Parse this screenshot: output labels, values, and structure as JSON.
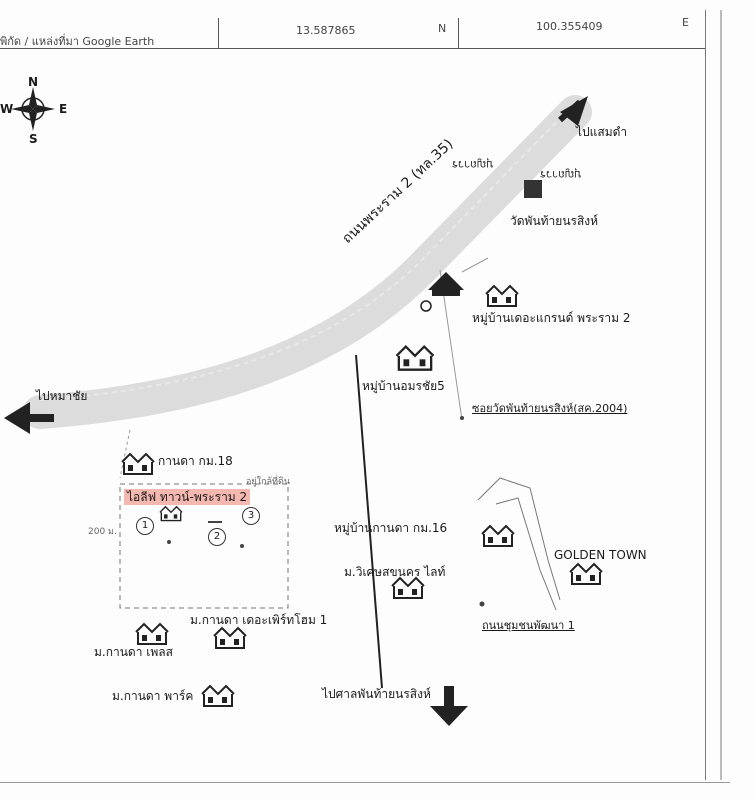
{
  "header": {
    "source_label": "พิกัด / แหล่งที่มา Google Earth",
    "latitude": "13.587865",
    "lat_dir": "N",
    "longitude": "100.355409",
    "lon_dir": "E"
  },
  "compass": {
    "n": "N",
    "s": "S",
    "e": "E",
    "w": "W"
  },
  "labels": {
    "to_samdam": "ไปแสมดำ",
    "temple_sign_1": "บุญถาวร",
    "temple_sign_2": "บุญถาวร",
    "wat_phanthai": "วัดพันท้ายนรสิงห์",
    "road_rama2": "ถนนพระราม 2 (ทล.35)",
    "village_grand": "หมู่บ้านเดอะแกรนด์ พระราม 2",
    "village_amornchai": "หมู่บ้านอมรชัย5",
    "to_mahachai": "ไปหมาชัย",
    "soi_wat": "ซอยวัดพันท้ายนรสิงห์(สค.2004)",
    "kanda_km18": "กานดา กม.18",
    "project_name": "ไอลีฟ ทาวน์-พระราม 2",
    "small_note": "อยู่ใกล้ที่ดิน",
    "scale_note": "200 ม.",
    "village_kanda_km16": "หมู่บ้านกานดา กม.16",
    "golden_town": "GOLDEN TOWN",
    "wisetsakhon": "ม.วิเศษสขนคร ไลท์",
    "kanda_perfect": "ม.กานดา เดอะเพิร์ทโฮม 1",
    "kanda_plus": "ม.กานดา เพลส",
    "road_community": "ถนนชุมชนพัฒนา 1",
    "kanda_park": "ม.กานดา พาร์ค",
    "to_sanphanthai": "ไปศาลพันท้ายนรสิงห์"
  },
  "markers": [
    "1",
    "2",
    "3"
  ],
  "colors": {
    "highlight": "#f4b8b0",
    "road": "#d8d8d8",
    "ink": "#1a1a1a"
  }
}
